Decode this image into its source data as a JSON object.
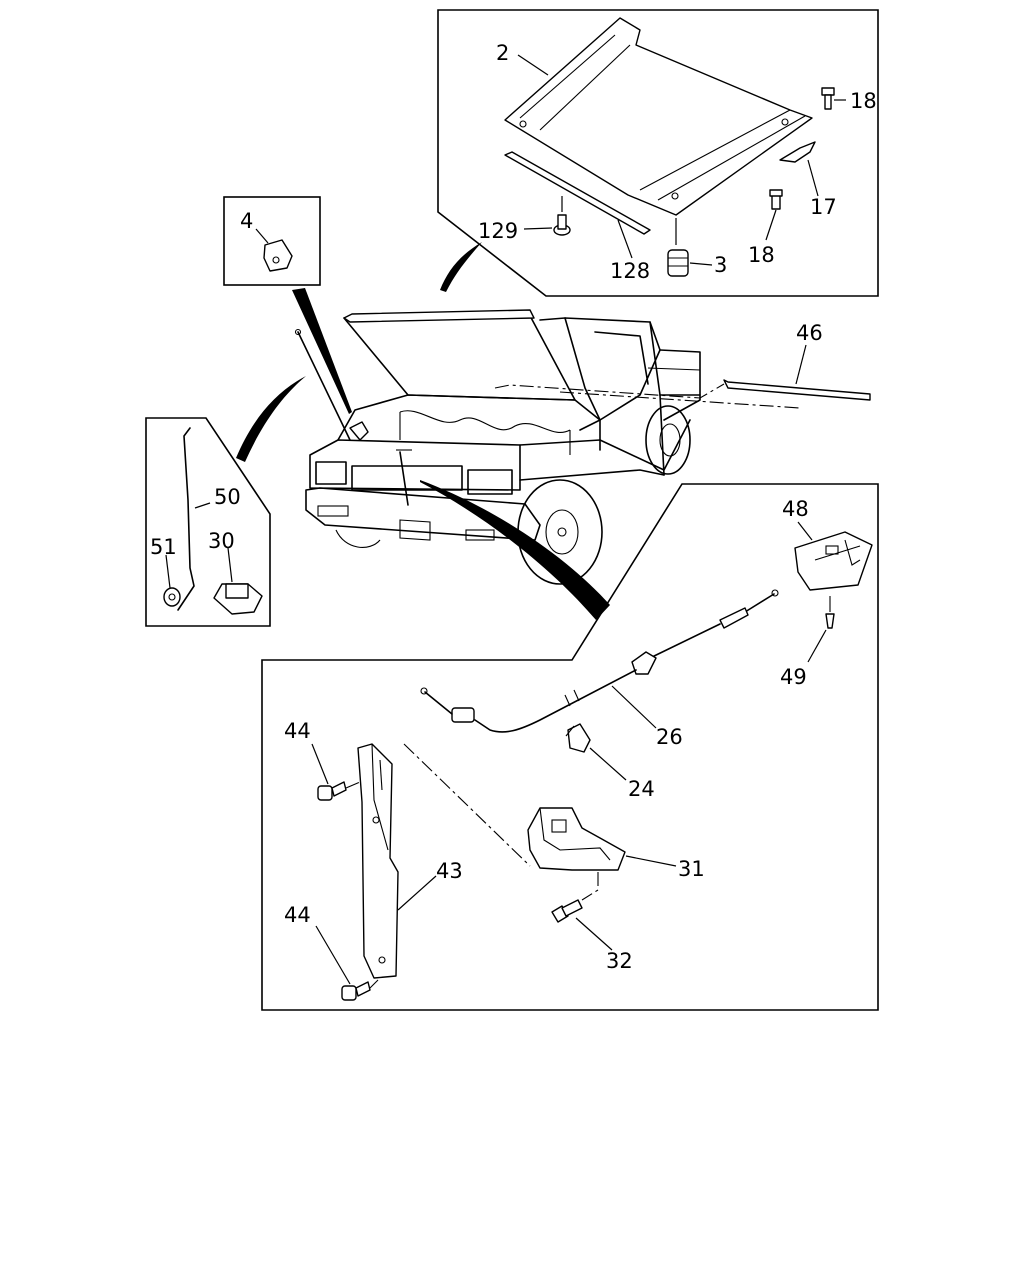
{
  "callouts": {
    "c2": "2",
    "c18a": "18",
    "c17": "17",
    "c18b": "18",
    "c129": "129",
    "c128": "128",
    "c3": "3",
    "c4": "4",
    "c46": "46",
    "c50": "50",
    "c51": "51",
    "c30": "30",
    "c48": "48",
    "c49": "49",
    "c26": "26",
    "c24": "24",
    "c44a": "44",
    "c43": "43",
    "c31": "31",
    "c44b": "44",
    "c32": "32"
  }
}
